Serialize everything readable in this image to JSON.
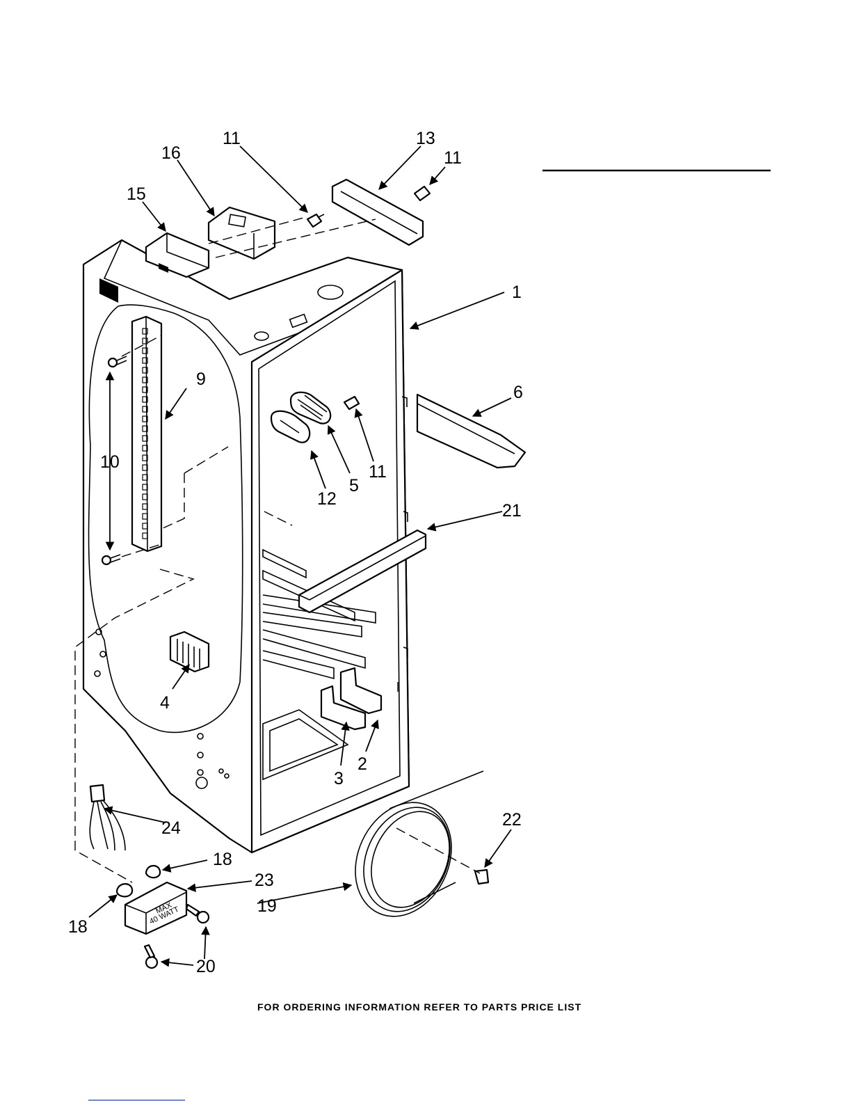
{
  "callouts": {
    "c1": "1",
    "c2": "2",
    "c3": "3",
    "c4": "4",
    "c5": "5",
    "c6": "6",
    "c9": "9",
    "c10": "10",
    "c11a": "11",
    "c11b": "11",
    "c11c": "11",
    "c12": "12",
    "c13": "13",
    "c15": "15",
    "c16": "16",
    "c18a": "18",
    "c18b": "18",
    "c19": "19",
    "c20": "20",
    "c21": "21",
    "c22": "22",
    "c23": "23",
    "c24": "24"
  },
  "part_labels": {
    "light_housing_line1": "MAX",
    "light_housing_line2": "40 WATT"
  },
  "footer": "FOR ORDERING INFORMATION REFER TO PARTS PRICE LIST"
}
